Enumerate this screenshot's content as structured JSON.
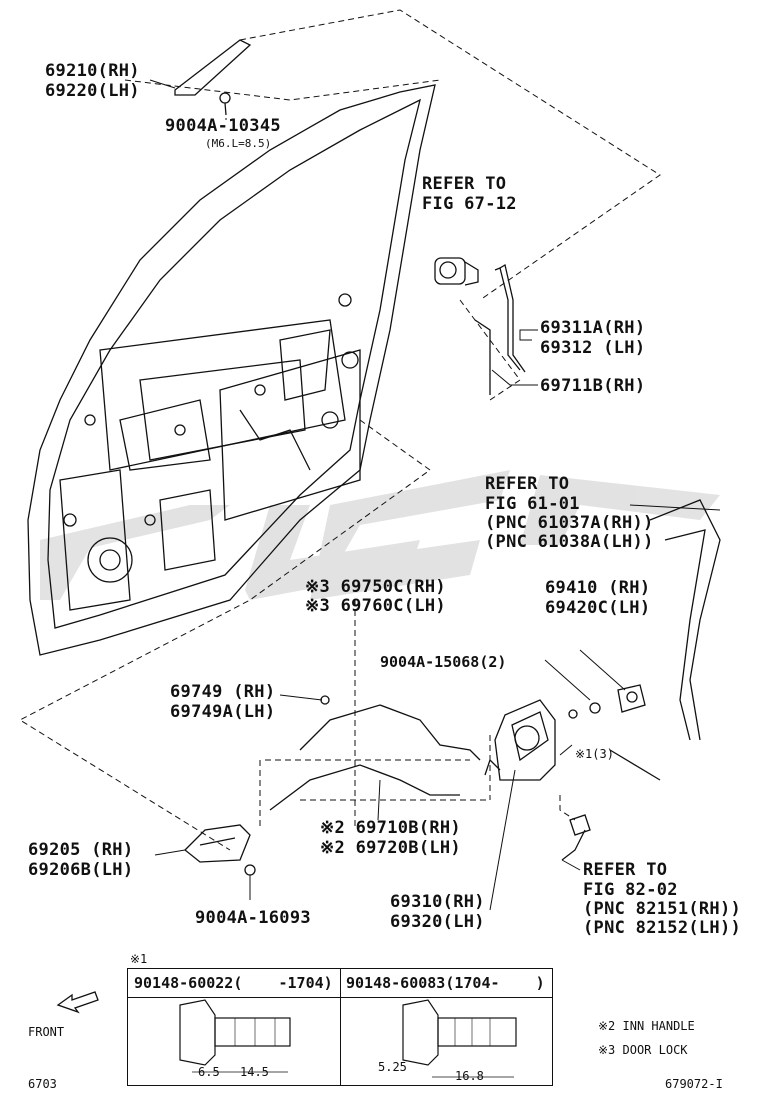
{
  "callouts": {
    "outside_handle": [
      "69210(RH)",
      "69220(LH)"
    ],
    "outside_handle_bolt": [
      "9004A-10345",
      "(M6.L=8.5)"
    ],
    "refer_lock_cylinder": [
      "REFER TO",
      "FIG 67-12"
    ],
    "lock_rod": [
      "69311A(RH)",
      "69312 (LH)"
    ],
    "lock_rod_b": "69711B(RH)",
    "refer_body": [
      "REFER TO",
      "FIG 61-01",
      "(PNC 61037A(RH))",
      "(PNC 61038A(LH))"
    ],
    "striker": [
      "69410 (RH)",
      "69420C(LH)"
    ],
    "door_lock_cable": [
      "※3 69750C(RH)",
      "※3 69760C(LH)"
    ],
    "striker_screw": "9004A-15068(2)",
    "screw_note": "※1(3)",
    "cable_clamp": [
      "69749 (RH)",
      "69749A(LH)"
    ],
    "inside_handle_cable": [
      "※2 69710B(RH)",
      "※2 69720B(LH)"
    ],
    "inside_handle": [
      "69205 (RH)",
      "69206B(LH)"
    ],
    "lock_assembly": [
      "69310(RH)",
      "69320(LH)"
    ],
    "inside_handle_screw": "9004A-16093",
    "refer_wire": [
      "REFER TO",
      "FIG 82-02",
      "(PNC 82151(RH))",
      "(PNC 82152(LH))"
    ]
  },
  "note_table": {
    "mark": "※1",
    "left_header": "90148-60022(    -1704)",
    "right_header": "90148-60083(1704-    )",
    "left_dims": [
      "6.5",
      "14.5"
    ],
    "right_dims": [
      "5.25",
      "16.8"
    ]
  },
  "legend": [
    "※2 INN HANDLE",
    "※3 DOOR LOCK"
  ],
  "front_label": "FRONT",
  "footer_left": "6703",
  "footer_right": "679072-I"
}
